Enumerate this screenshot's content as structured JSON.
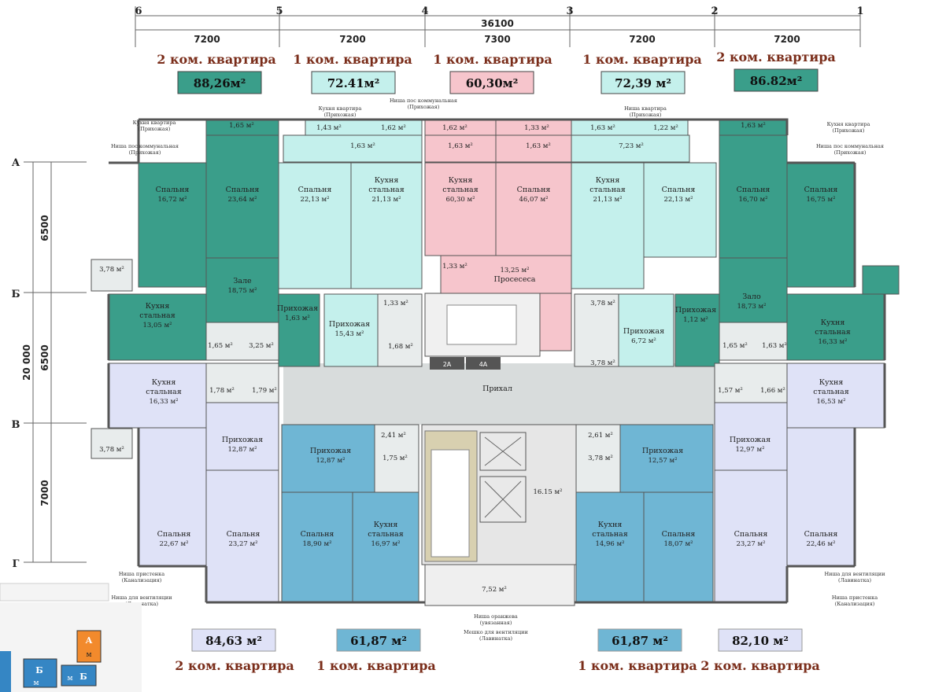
{
  "axes_top": [
    "6",
    "5",
    "4",
    "3",
    "2",
    "1"
  ],
  "axes_left": [
    "А",
    "Б",
    "В",
    "Г"
  ],
  "dims": {
    "total_width": "36100",
    "spans": [
      "7200",
      "7200",
      "7300",
      "7200",
      "7200"
    ],
    "total_height": "20 000",
    "rows": [
      "6500",
      "6500",
      "7000"
    ]
  },
  "apartments_top": [
    {
      "type": "2 ком. квартира",
      "area": "88,26м²",
      "color": "#3a9e8a"
    },
    {
      "type": "1 ком. квартира",
      "area": "72.41м²",
      "color": "#c4f0ec"
    },
    {
      "type": "1 ком. квартира",
      "area": "60,30м²",
      "color": "#f6c5cc"
    },
    {
      "type": "1 ком. квартира",
      "area": "72,39 м²",
      "color": "#c4f0ec"
    },
    {
      "type": "2 ком. квартира",
      "area": "86.82м²",
      "color": "#3a9e8a"
    }
  ],
  "apartments_bottom": [
    {
      "type": "2 ком. квартира",
      "area": "84,63 м²",
      "color": "#dfe2f7"
    },
    {
      "type": "1 ком. квартира",
      "area": "61,87 м²",
      "color": "#6fb6d4"
    },
    {
      "type": "1 ком. квартира",
      "area": "61,87 м²",
      "color": "#6fb6d4"
    },
    {
      "type": "2 ком. квартира",
      "area": "82,10 м²",
      "color": "#dfe2f7"
    }
  ],
  "rooms": {
    "r1": [
      "Спальня",
      "16,72 м²"
    ],
    "r2": [
      "Спальня",
      "23,64 м²"
    ],
    "r3": [
      "Спальня",
      "22,13 м²"
    ],
    "r4": [
      "Кухня",
      "стальная",
      "21,13 м²"
    ],
    "r5": [
      "Кухня",
      "стальная",
      "60,30 м²"
    ],
    "r6": [
      "Спальня",
      "46,07 м²"
    ],
    "r7": [
      "Кухня",
      "стальная",
      "21,13 м²"
    ],
    "r8": [
      "Спальня",
      "22,13 м²"
    ],
    "r9": [
      "Спальня",
      "16,70 м²"
    ],
    "r10": [
      "Спальня",
      "16,75 м²"
    ],
    "r11": [
      "Зале",
      "18,75 м²"
    ],
    "r12": [
      "Кухня",
      "стальная",
      "13,05 м²"
    ],
    "r13": [
      "Прихожая",
      "1,63 м²"
    ],
    "r14": [
      "Прихожая",
      "15,43 м²"
    ],
    "r15": [
      "13,25 м²",
      "Просесеса"
    ],
    "r16": [
      "Прихожая",
      "6,72 м²"
    ],
    "r17": [
      "Прихожая",
      "1,12 м²"
    ],
    "r18": [
      "Зало",
      "18,73 м²"
    ],
    "r19": [
      "Кухня",
      "стальная",
      "16,33 м²"
    ],
    "r20": [
      "Кухня",
      "стальная",
      "16,33 м²"
    ],
    "r21": [
      "Прихожая",
      "12,87 м²"
    ],
    "r22": [
      "Прихожая",
      "12,87 м²"
    ],
    "r23": [
      "Прихожая",
      "12,57 м²"
    ],
    "r24": [
      "Прихожая",
      "12,97 м²"
    ],
    "r25": [
      "Кухня",
      "стальная",
      "16,53 м²"
    ],
    "r26": [
      "Спальня",
      "22,67 м²"
    ],
    "r27": [
      "Спальня",
      "23,27 м²"
    ],
    "r28": [
      "Спальня",
      "18,90 м²"
    ],
    "r29": [
      "Кухня",
      "стальная",
      "16,97 м²"
    ],
    "r30": [
      "Кухня",
      "стальная",
      "14,96 м²"
    ],
    "r31": [
      "Спальня",
      "18,07 м²"
    ],
    "r32": [
      "Спальня",
      "23,27 м²"
    ],
    "r33": [
      "Спальня",
      "22,46 м²"
    ],
    "corridor": "Прихал",
    "lobby_area": "16.15 м²",
    "bottom_hall": "7,52 м²"
  },
  "small_areas": [
    "1,65 м²",
    "1,43 м²",
    "1,62 м²",
    "1,62 м²",
    "1,33 м²",
    "1,63 м²",
    "1,22 м²",
    "1,63 м²",
    "1,63 м²",
    "1,63 м²",
    "1,63 м²",
    "7,23 м²",
    "3,78 м²",
    "1,33 м²",
    "1,33 м²",
    "1,68 м²",
    "1,65 м²",
    "3,25 м²",
    "3,78 м²",
    "3,78 м²",
    "1,65 м²",
    "1,63 м²",
    "1,78 м²",
    "1,79 м²",
    "1,57 м²",
    "1,66 м²",
    "2,41 м²",
    "1,75 м²",
    "2,61 м²",
    "3,78 м²",
    "3,78 м²"
  ],
  "annotations": {
    "top_left_1": "Кухня квартира",
    "top_left_2": "(Прихожая)",
    "top_left_3": "Ниша пос коммунальная",
    "top_left_4": "(Прихожая)",
    "top_mid_1": "Кухня квартира",
    "top_mid_2": "(Прихожая)",
    "top_mid_3": "Ниша пос коммунальная",
    "top_mid_4": "(Прихожая)",
    "top_right_mid_1": "Ниша квартира",
    "top_right_mid_2": "(Прихожая)",
    "top_right_1": "Кухня квартира",
    "top_right_2": "(Прихожая)",
    "top_right_3": "Ниша пос коммунальная",
    "top_right_4": "(Прихожая)",
    "bot_left_1": "Ниша пристенка",
    "bot_left_2": "(Канализация)",
    "bot_left_3": "Ниша для вентиляции",
    "bot_left_4": "(Лавинатка)",
    "bot_mid_1": "Ниша оранжева",
    "bot_mid_2": "(увязанная)",
    "bot_mid_3": "Мешко для вентиляции",
    "bot_mid_4": "(Лавинатка)",
    "bot_right_1": "Ниша для вентиляции",
    "bot_right_2": "(Лавинатка)",
    "bot_right_3": "Ниша пристенка",
    "bot_right_4": "(Канализация)"
  },
  "stair_labels": [
    "2А",
    "4А"
  ],
  "mini_legend": {
    "a": "А",
    "m1": "м",
    "b1": "Б",
    "m2": "м",
    "m3": "м",
    "b2": "Б"
  }
}
